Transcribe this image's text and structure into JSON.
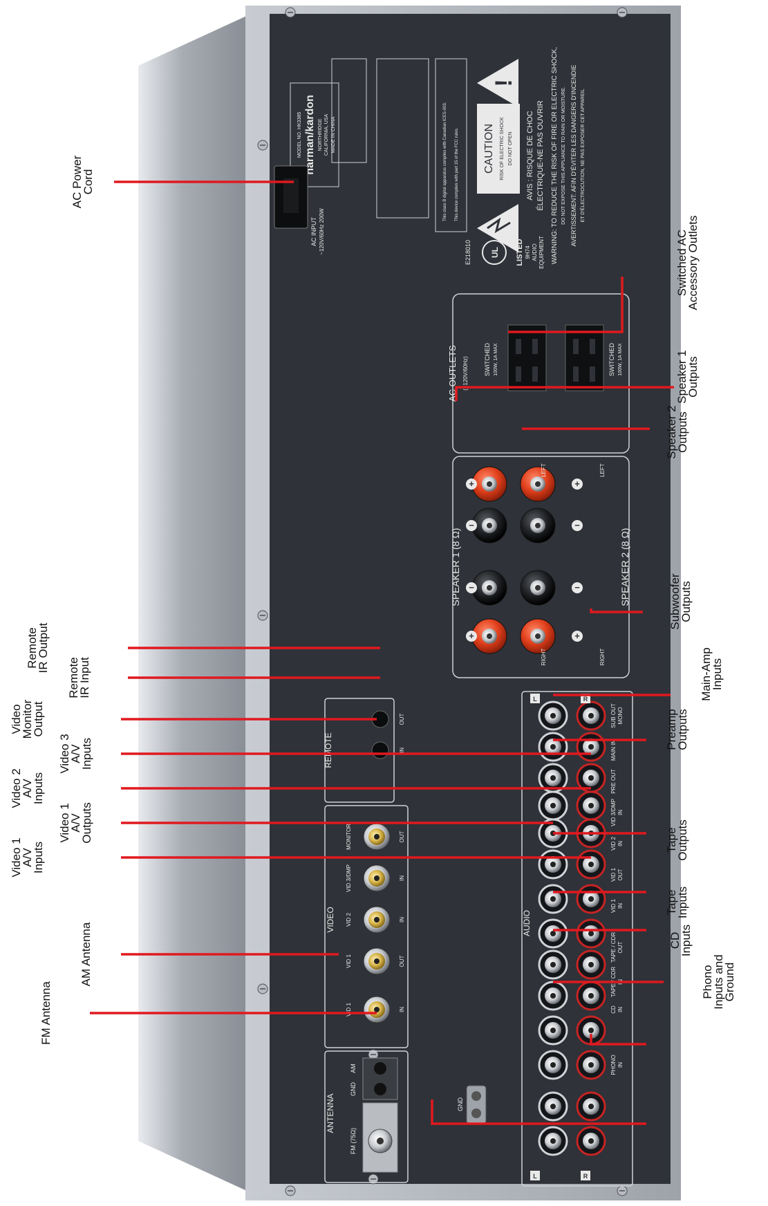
{
  "callouts_left": [
    {
      "id": "ac-power-cord",
      "lines": [
        "AC Power",
        "Cord"
      ]
    },
    {
      "id": "remote-ir-output",
      "lines": [
        "Remote",
        "IR Output"
      ]
    },
    {
      "id": "remote-ir-input",
      "lines": [
        "Remote",
        "IR Input"
      ]
    },
    {
      "id": "video-monitor-output",
      "lines": [
        "Video",
        "Monitor",
        "Output"
      ]
    },
    {
      "id": "video3-av-inputs",
      "lines": [
        "Video 3",
        "A/V",
        "Inputs"
      ]
    },
    {
      "id": "video2-av-inputs",
      "lines": [
        "Video 2",
        "A/V",
        "Inputs"
      ]
    },
    {
      "id": "video1-av-outputs",
      "lines": [
        "Video 1",
        "A/V",
        "Outputs"
      ]
    },
    {
      "id": "video1-av-inputs",
      "lines": [
        "Video 1",
        "A/V",
        "Inputs"
      ]
    },
    {
      "id": "am-antenna",
      "lines": [
        "AM Antenna"
      ]
    },
    {
      "id": "fm-antenna",
      "lines": [
        "FM Antenna"
      ]
    }
  ],
  "callouts_right": [
    {
      "id": "switched-ac-outlets",
      "lines": [
        "Switched AC",
        "Accessory Outlets"
      ]
    },
    {
      "id": "speaker1-outputs",
      "lines": [
        "Speaker 1",
        "Outputs"
      ]
    },
    {
      "id": "speaker2-outputs",
      "lines": [
        "Speaker 2",
        "Outputs"
      ]
    },
    {
      "id": "subwoofer-outputs",
      "lines": [
        "Subwoofer",
        "Outputs"
      ]
    },
    {
      "id": "main-amp-inputs",
      "lines": [
        "Main-Amp",
        "Inputs"
      ]
    },
    {
      "id": "preamp-outputs",
      "lines": [
        "Preamp",
        "Outputs"
      ]
    },
    {
      "id": "tape-outputs",
      "lines": [
        "Tape",
        "Outputs"
      ]
    },
    {
      "id": "tape-inputs",
      "lines": [
        "Tape",
        "Inputs"
      ]
    },
    {
      "id": "cd-inputs",
      "lines": [
        "CD",
        "Inputs"
      ]
    },
    {
      "id": "phono-inputs-ground",
      "lines": [
        "Phono",
        "Inputs and",
        "Ground"
      ]
    }
  ],
  "panel": {
    "model_no": "MODEL NO. HK3385",
    "brand": "harman/kardon",
    "location1": "NORTHRIDGE",
    "location2": "CALIFORNIA, USA",
    "made_in": "MADE IN CHINA",
    "class_b_text": "This class B digital apparatus complies with Canadian ICES-003.",
    "fcc_text": "This device complies with part 15 of the FCC rules.",
    "caution": "CAUTION",
    "caution_sub1": "RISK OF ELECTRIC SHOCK",
    "caution_sub2": "DO NOT OPEN",
    "avis1": "AVIS : RISQUE DE CHOC",
    "avis2": "ÉLECTRIQUE-NE PAS OUVRIR",
    "warning": "WARNING: TO REDUCE THE RISK OF FIRE OR ELECTRIC SHOCK,",
    "warning2": "DO NOT EXPOSE THIS APPLIANCE TO RAIN OR MOISTURE.",
    "avertissement": "AVERTISSEMENT: AFIN D'ÉVITER LES DANGERS D'INCENDIE",
    "avertissement2": "ET D'ÉLECTROCUTION, NE PAS EXPOSER CET APPAREIL",
    "ac_input": "AC INPUT",
    "ac_input_spec": "~120V/60Hz 200W",
    "e_number": "E218010",
    "listed": "LISTED",
    "listed_sub1": "9H74",
    "listed_sub2": "AUDIO",
    "listed_sub3": "EQUIPMENT",
    "ac_outlets": "AC OUTLETS",
    "ac_outlets_spec": "(~120V/60Hz)",
    "switched": "SWITCHED",
    "switched_spec": "100W, 1A MAX",
    "speaker1": "SPEAKER 1  (8 Ω)",
    "speaker2": "SPEAKER 2  (8 Ω)",
    "right": "RIGHT",
    "left": "LEFT",
    "plus": "+",
    "minus": "−",
    "remote": "REMOTE",
    "remote_in": "IN",
    "remote_out": "OUT",
    "video": "VIDEO",
    "vid1": "VID 1",
    "vid2": "VID 2",
    "vid3": "VID 3/DMP",
    "monitor": "MONITOR",
    "in": "IN",
    "out": "OUT",
    "antenna": "ANTENNA",
    "fm": "FM (75Ω)",
    "gnd": "GND",
    "am": "AM",
    "audio": "AUDIO",
    "sub_out": "SUB OUT",
    "mono": "MONO",
    "main_in": "MAIN IN",
    "pre_out": "PRE OUT",
    "vid3dmp_in": "VID 3/DMP",
    "vid2_in": "VID 2",
    "vid1_out": "VID 1",
    "tape_cdr": "TAPE / CDR",
    "cd_in": "CD",
    "phono_in": "PHONO",
    "l": "L",
    "r": "R"
  },
  "colors": {
    "panel": "#2f3238",
    "chassis": "#8c9198",
    "callout_line": "#e0191f",
    "binding_red": "#e2401c",
    "rca_gold": "#d7b44a",
    "label_text": "#111111",
    "panel_text": "#e9e9e9"
  }
}
